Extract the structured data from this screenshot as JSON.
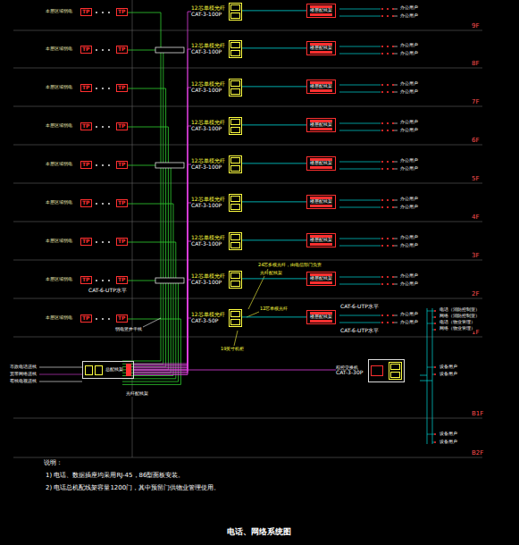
{
  "diagram": {
    "title": "电话、网络系统图",
    "nodes": [
      {
        "text": [
          "12芯单模光纤",
          "CAT-3-100P"
        ]
      },
      {
        "text": [
          "12芯单模光纤",
          "CAT-3-100P"
        ]
      },
      {
        "text": [
          "12芯单模光纤",
          "CAT-3-100P"
        ]
      },
      {
        "text": [
          "12芯单模光纤",
          "CAT-3-100P"
        ]
      },
      {
        "text": [
          "12芯单模光纤",
          "CAT-3-100P"
        ]
      },
      {
        "text": [
          "12芯单模光纤",
          "CAT-3-100P"
        ]
      },
      {
        "text": [
          "12芯单模光纤",
          "CAT-3-100P"
        ]
      },
      {
        "text": [
          "12芯单模光纤",
          "CAT-3-100P"
        ]
      },
      {
        "text": [
          "12芯单模光纤",
          "CAT-3-50P"
        ]
      },
      {
        "text": [
          "楼层配线架"
        ]
      },
      {
        "text": [
          "楼层配线架"
        ]
      },
      {
        "text": [
          "楼层配线架"
        ]
      },
      {
        "text": [
          "楼层配线架"
        ]
      },
      {
        "text": [
          "楼层配线架"
        ]
      },
      {
        "text": [
          "楼层配线架"
        ]
      },
      {
        "text": [
          "楼层配线架"
        ]
      },
      {
        "text": [
          "楼层配线架"
        ]
      },
      {
        "text": [
          "楼层配线架"
        ]
      },
      {
        "text": [
          "总配线架"
        ]
      },
      {
        "text": [
          "程控交换机",
          "CAT-3-30P"
        ]
      }
    ],
    "edges": [
      {
        "from": 0,
        "to": 9,
        "arrow": "none"
      },
      {
        "from": 1,
        "to": 10,
        "arrow": "none"
      },
      {
        "from": 2,
        "to": 11,
        "arrow": "none"
      },
      {
        "from": 3,
        "to": 12,
        "arrow": "none"
      },
      {
        "from": 4,
        "to": 13,
        "arrow": "none"
      },
      {
        "from": 5,
        "to": 14,
        "arrow": "none"
      },
      {
        "from": 6,
        "to": 15,
        "arrow": "none"
      },
      {
        "from": 7,
        "to": 16,
        "arrow": "none"
      },
      {
        "from": 8,
        "to": 17,
        "arrow": "none"
      },
      {
        "from": 18,
        "to": 0,
        "arrow": "none"
      },
      {
        "from": 18,
        "to": 1,
        "arrow": "none"
      },
      {
        "from": 18,
        "to": 2,
        "arrow": "none"
      },
      {
        "from": 18,
        "to": 3,
        "arrow": "none"
      },
      {
        "from": 18,
        "to": 4,
        "arrow": "none"
      },
      {
        "from": 18,
        "to": 5,
        "arrow": "none"
      },
      {
        "from": 18,
        "to": 6,
        "arrow": "none"
      },
      {
        "from": 18,
        "to": 7,
        "arrow": "none"
      },
      {
        "from": 18,
        "to": 8,
        "arrow": "none"
      },
      {
        "from": 18,
        "to": 19,
        "arrow": "none"
      }
    ],
    "labels": [
      "9F",
      "8F",
      "7F",
      "6F",
      "5F",
      "4F",
      "3F",
      "2F",
      "1F",
      "B1F",
      "B2F",
      "本层区域弱电",
      "TP",
      "TP",
      "本层区域弱电",
      "TP",
      "TP",
      "本层区域弱电",
      "TP",
      "TP",
      "本层区域弱电",
      "TP",
      "TP",
      "本层区域弱电",
      "TP",
      "TP",
      "本层区域弱电",
      "TP",
      "TP",
      "本层区域弱电",
      "TP",
      "TP",
      "本层区域弱电",
      "TP",
      "TP",
      "本层区域弱电",
      "TP",
      "TP",
      "办公用户",
      "办公用户",
      "办公用户",
      "办公用户",
      "办公用户",
      "办公用户",
      "办公用户",
      "办公用户",
      "办公用户",
      "办公用户",
      "办公用户",
      "办公用户",
      "办公用户",
      "办公用户",
      "办公用户",
      "办公用户",
      "24芯多模光纤，由电信部门负责",
      "光纤配线架",
      "12芯单模光纤",
      "19英寸机柜",
      "CAT-6-UTP水平",
      "CAT-6-UTP水平",
      "CAT-6-UTP水平",
      "弱电竖井干线",
      "办公用户",
      "办公用户",
      "电话（消防控制室）",
      "网络（消防控制室）",
      "电话（物业管理）",
      "网络（物业管理）",
      "设备用户",
      "设备用户",
      "设备用户",
      "设备用户",
      "市政电话进线",
      "宽带网络进线",
      "有线电视进线",
      "光纤配线架",
      "说明：",
      "1) 电话、数据插座均采用RJ-45，86型面板安装。",
      "2) 电话总机配线架容量1200门，其中预留门供物业管理使用。"
    ]
  }
}
